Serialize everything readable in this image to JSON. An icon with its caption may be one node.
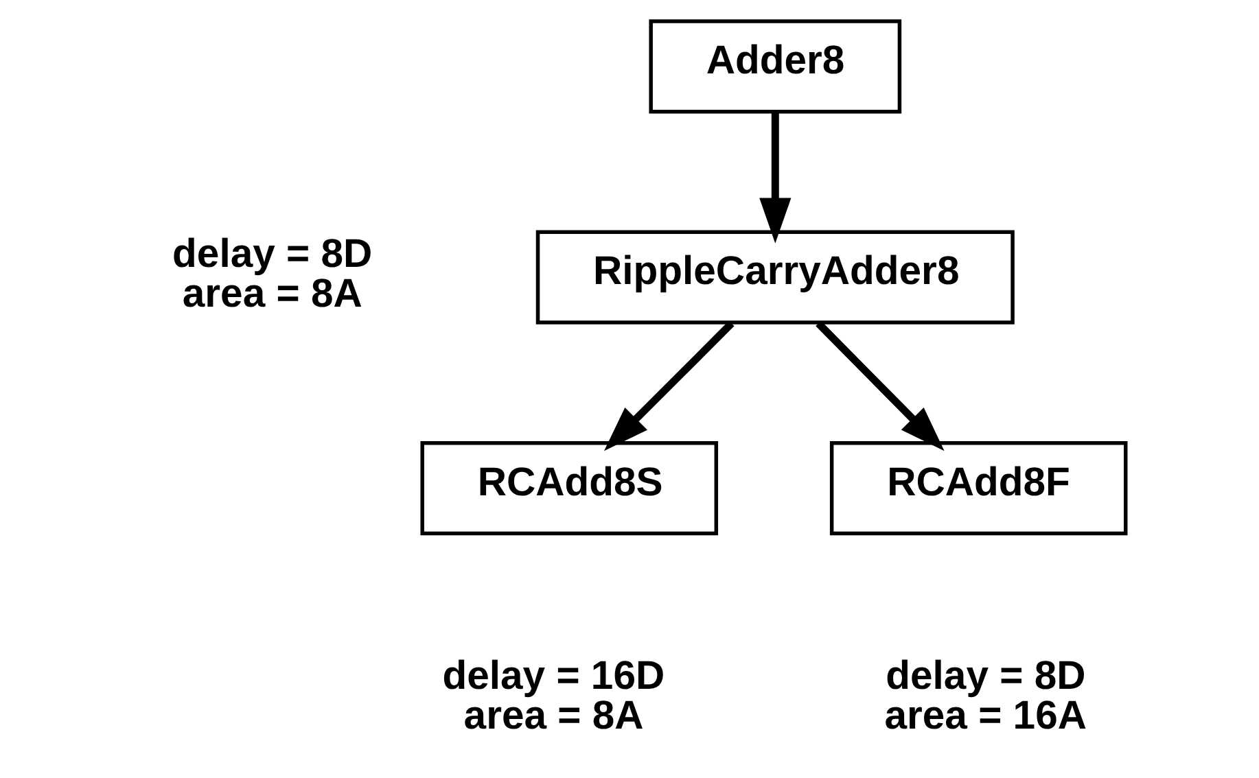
{
  "diagram": {
    "nodes": [
      {
        "text": [
          "Adder8"
        ]
      },
      {
        "text": [
          "RippleCarryAdder8"
        ],
        "beside": [
          "delay = 8D",
          "area = 8A"
        ]
      },
      {
        "text": [
          "RCAdd8S"
        ],
        "beside": [
          "delay = 16D",
          "area = 8A"
        ]
      },
      {
        "text": [
          "RCAdd8F"
        ],
        "beside": [
          "delay = 8D",
          "area = 16A"
        ]
      }
    ],
    "edges": [
      {
        "from": 0,
        "to": 1,
        "arrow": "to"
      },
      {
        "from": 1,
        "to": 2,
        "arrow": "to"
      },
      {
        "from": 1,
        "to": 3,
        "arrow": "to"
      }
    ]
  }
}
